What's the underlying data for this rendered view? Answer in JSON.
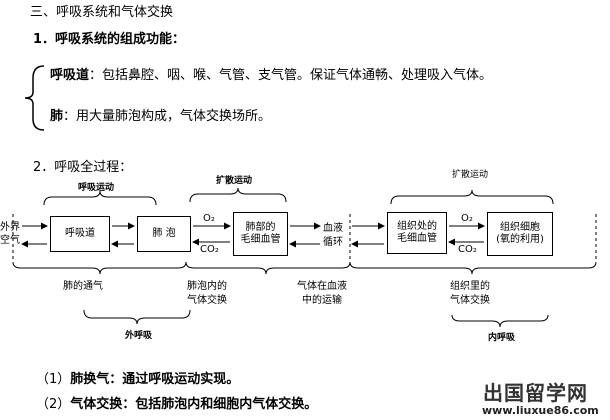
{
  "section_title": "三、呼吸系统和气体交换",
  "part1": {
    "heading": "1．呼吸系统的组成功能：",
    "items": [
      {
        "term": "呼吸道",
        "text": "：包括鼻腔、咽、喉、气管、支气管。保证气体通畅、处理吸入气体。"
      },
      {
        "term": "肺",
        "text": "：用大量肺泡构成，气体交换场所。"
      }
    ]
  },
  "part2": {
    "heading": "2．呼吸全过程："
  },
  "diagram": {
    "top_labels": {
      "breathing_movement": "呼吸运动",
      "diffusion_left": "扩散运动",
      "diffusion_right": "扩散运动"
    },
    "outside_air": "外界\n空气",
    "boxes": {
      "airway": "呼吸道",
      "alveoli": "肺 泡",
      "lung_capillaries": "肺部的\n毛细血管",
      "blood_circulation": "血液\n循环",
      "tissue_capillaries": "组织处的\n毛细血管",
      "tissue_cells": "组织细胞\n(氧的利用)"
    },
    "gases": {
      "o2_left": "O₂",
      "co2_left": "CO₂",
      "o2_right": "O₂",
      "co2_right": "CO₂"
    },
    "bottom_labels": {
      "lung_ventilation": "肺的通气",
      "alveolar_exchange": "肺泡内的\n气体交换",
      "blood_transport": "气体在血液\n中的运输",
      "tissue_exchange": "组织里的\n气体交换"
    },
    "brace_labels": {
      "external_respiration": "外呼吸",
      "internal_respiration": "内呼吸"
    }
  },
  "notes": [
    {
      "num": "（1）",
      "term": "肺换气",
      "text": "：通过呼吸运动实现。"
    },
    {
      "num": "（2）",
      "term": "气体交换",
      "text": "：包括肺泡内和细胞内气体交换。"
    }
  ],
  "watermark": {
    "title": "出国留学网",
    "url": "www.liuxue86.com"
  }
}
